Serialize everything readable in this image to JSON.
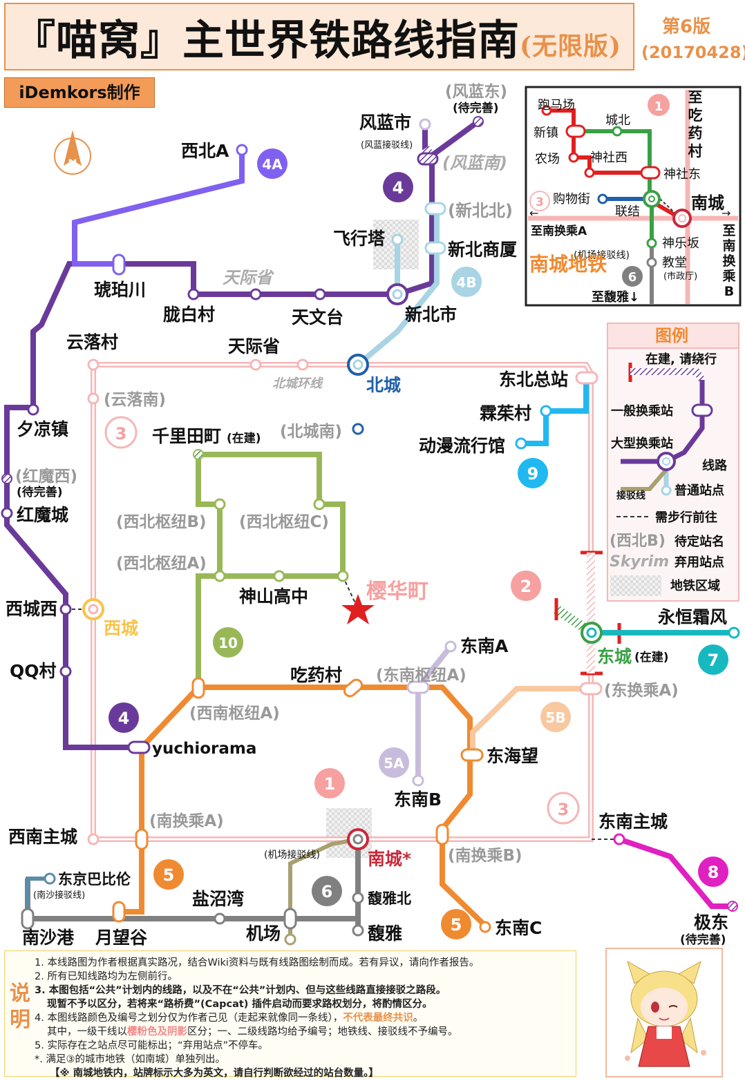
{
  "header": {
    "title_main": "『喵窝』主世界铁路线指南",
    "title_sub": "(无限版)",
    "edition": "第6版",
    "edition_date": "(20170428)",
    "author": "iDemkors制作"
  },
  "colors": {
    "line1": "#e8434f",
    "line2": "#3aa046",
    "line3": "#f6b6b6",
    "line4": "#6a3a9a",
    "line4A": "#8060f0",
    "line4B": "#a8d4e4",
    "line5": "#f08a30",
    "line5A": "#c8bcdc",
    "line5B": "#f8c8a0",
    "line6": "#808080",
    "line7": "#18b8c0",
    "line8": "#e020c0",
    "line9": "#20b8f0",
    "line10": "#98b858",
    "northline": "#2060a8",
    "connector": "#a8a070"
  },
  "badges": {
    "b1": "1",
    "b2": "2",
    "b3": "3",
    "b4": "4",
    "b4A": "4A",
    "b4B": "4B",
    "b5": "5",
    "b5A": "5A",
    "b5B": "5B",
    "b6": "6",
    "b7": "7",
    "b8": "8",
    "b9": "9",
    "b10": "10"
  },
  "stations": {
    "xibeiA": "西北A",
    "fenglanshi": "风蓝市",
    "fenglan_connector": "(风蓝接驳线)",
    "fenglandong": "(风蓝东)",
    "fenglandong_note": "(待完善)",
    "fenglannan": "(风蓝南)",
    "xinbeibei": "(新北北)",
    "feixingta": "飞行塔",
    "xinbeishangsha": "新北商厦",
    "hupochuan": "琥珀川",
    "tianjisheng_abandoned": "天际省",
    "longbaicun": "胧白村",
    "tianwentai": "天文台",
    "xinbeishi": "新北市",
    "yunluocun": "云落村",
    "tianjisheng": "天际省",
    "beichenghuanxian": "北城环线",
    "beicheng": "北城",
    "dongbeizongzhan": "东北总站",
    "yunluonan": "(云落南)",
    "maiyecun": "霖茱村",
    "xiliangzhen": "夕凉镇",
    "qianlitianting": "千里田町",
    "qianlitianting_note": "(在建)",
    "beichengnan": "(北城南)",
    "dongmanliuxingguan": "动漫流行馆",
    "hongmoxi": "(红魔西)",
    "hongmoxi_note": "(待完善)",
    "hongmocheng": "红魔城",
    "xibeishuniuB": "(西北枢纽B)",
    "xibeishuniuC": "(西北枢纽C)",
    "xibeishuniuA": "(西北枢纽A)",
    "shenshangaozhong": "神山高中",
    "yinghuating": "樱华町",
    "xichengxi": "西城西",
    "xicheng": "西城",
    "yonghengshuangfeng": "永恒霜风",
    "dongcheng": "东城",
    "dongcheng_note": "(在建)",
    "dongnanA": "东南A",
    "qqcun": "QQ村",
    "chiyaocun": "吃药村",
    "dongnanshuniuA": "(东南枢纽A)",
    "donghuanchengA": "(东换乘A)",
    "xinanshuniuA": "(西南枢纽A)",
    "yuchiorama": "yuchiorama",
    "donghaiwang": "东海望",
    "dongnanB": "东南B",
    "nanhuanchengA": "(南换乘A)",
    "dongnanzhucheng": "东南主城",
    "xinanzhucheng": "西南主城",
    "airport_connector": "(机场接驳线)",
    "nancheng": "南城*",
    "nanhuanchengB": "(南换乘B)",
    "dongjingbabilun": "东京巴比伦",
    "nansha_connector": "(南沙接驳线)",
    "yanzhaowan": "盐沼湾",
    "fuyabei": "馥雅北",
    "jichang": "机场",
    "fuya": "馥雅",
    "nanshagang": "南沙港",
    "yuewanggu": "月望谷",
    "dongnanC": "东南C",
    "jidong": "极东",
    "jidong_note": "(待完善)"
  },
  "inset": {
    "title": "南城地铁",
    "paomachang": "跑马场",
    "chengbei": "城北",
    "zhichiyaocun": "至吃药村",
    "xinzhen": "新镇",
    "nongchang": "农场",
    "shenshexi": "神社西",
    "shenshedong": "神社东",
    "gouwujie": "购物街",
    "nancheng": "南城",
    "lianjie": "联结",
    "zhinanhuanchengA": "至南换乘A",
    "zhinanhuanchengB": "至南换乘B",
    "jichang_connector": "(机场接驳线)",
    "shenleban": "神乐坂",
    "jiaotang": "教堂",
    "shizhengting": "(市政厅)",
    "zhifuya": "至馥雅↓",
    "left_arrow": "←",
    "right_arrow": "→",
    "badge1": "1",
    "badge3": "3",
    "badge6": "6"
  },
  "legend": {
    "title": "图例",
    "under_construction": "在建, 请绕行",
    "normal_transfer": "一般换乘站",
    "major_transfer": "大型换乘站",
    "line": "线路",
    "connector_line": "接驳线",
    "normal_station": "普通站点",
    "walk": "需步行前往",
    "tentative_sample": "(西北B)",
    "tentative": "待定站名",
    "abandoned_sample": "Skyrim",
    "abandoned": "弃用站点",
    "metro_area": "地铁区域"
  },
  "notes": {
    "heading": "说明",
    "n1": "1. 本线路图为作者根据真实路况，结合Wiki资料与既有线路图绘制而成。若有异议，请向作者报告。",
    "n2": "2. 所有已知线路均为左侧前行。",
    "n3": "3. 本图包括“公共”计划内的线路，以及不在“公共”计划内、但与这些线路直接接驳之路段。",
    "n3b": "现暂不予以区分，若将来“路桥费”(Capcat) 插件启动而要求路权划分，将酌情区分。",
    "n4a": "4. 本图线路颜色及编号之划分仅为作者己见（走起来就像同一条线），",
    "n4b": "不代表最终共识",
    "n4c": "。",
    "n4d": "其中，一级干线以",
    "n4e": "樱粉色及阴影",
    "n4f": "区分；一、二级线路均给予编号；地铁线、接驳线不予编号。",
    "n5": "5. 实际存在之站点尽可能标出；“弃用站点”不停车。",
    "n6": "*. 满足③的城市地铁（如南城）单独列出。",
    "n7": "【※ 南城地铁内，站牌标示大多为英文，请自行判断欲经过的站台数量。】"
  }
}
